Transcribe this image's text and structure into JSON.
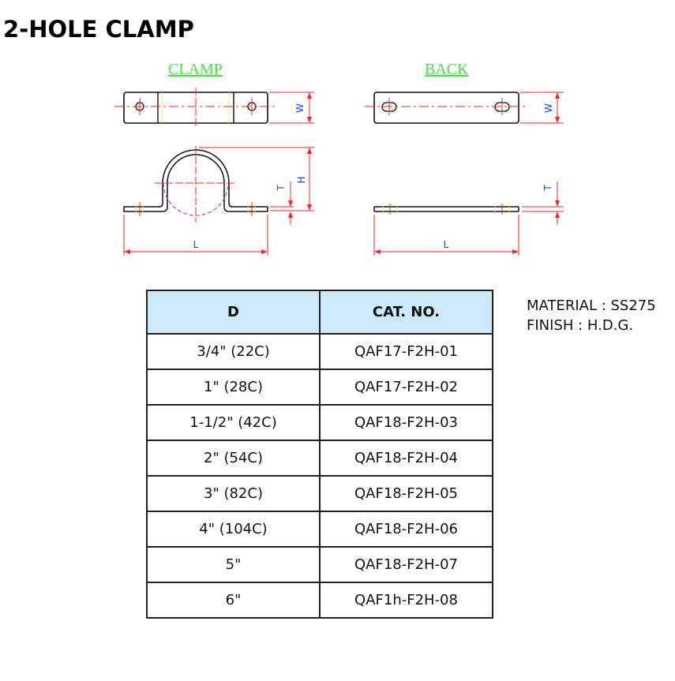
{
  "title": "2-HOLE CLAMP",
  "views": {
    "clamp_label": "CLAMP",
    "back_label": "BACK"
  },
  "dimensions": {
    "width": "W",
    "height": "H",
    "thickness": "T",
    "length": "L"
  },
  "colors": {
    "label_green": "#3ee63e",
    "dimension_red": "#ff2020",
    "dimension_text_blue": "#1a3cff",
    "outline": "#111111",
    "hidden_magenta": "#ee22ee",
    "bend_yellow": "#e8e83a",
    "header_fill": "#cdeafb"
  },
  "table": {
    "headers": [
      "D",
      "CAT. NO."
    ],
    "rows": [
      [
        "3/4\" (22C)",
        "QAF17-F2H-01"
      ],
      [
        "1\" (28C)",
        "QAF17-F2H-02"
      ],
      [
        "1-1/2\" (42C)",
        "QAF18-F2H-03"
      ],
      [
        "2\" (54C)",
        "QAF18-F2H-04"
      ],
      [
        "3\" (82C)",
        "QAF18-F2H-05"
      ],
      [
        "4\" (104C)",
        "QAF18-F2H-06"
      ],
      [
        "5\"",
        "QAF18-F2H-07"
      ],
      [
        "6\"",
        "QAF1h-F2H-08"
      ]
    ]
  },
  "notes": {
    "material": "MATERIAL : SS275",
    "finish": "FINISH : H.D.G."
  }
}
